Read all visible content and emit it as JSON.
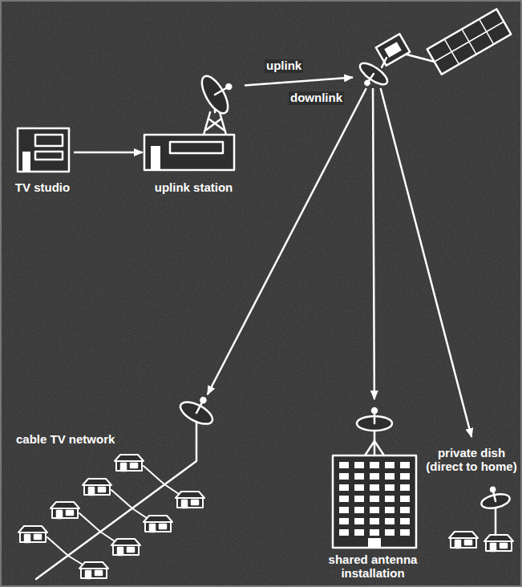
{
  "diagram": {
    "nodes": [
      {
        "text": [
          "TV studio"
        ]
      },
      {
        "text": [
          "uplink station"
        ]
      },
      {
        "text": []
      },
      {
        "text": [
          "cable TV network"
        ]
      },
      {
        "text": [
          "shared antenna installation"
        ]
      },
      {
        "text": [
          "private dish (direct to home)"
        ]
      }
    ],
    "edges": [
      {
        "from": 0,
        "to": 1,
        "arrow": "to"
      },
      {
        "from": 1,
        "to": 2,
        "arrow": "to",
        "label": "uplink"
      },
      {
        "from": 2,
        "to": 3,
        "arrow": "to"
      },
      {
        "from": 2,
        "to": 4,
        "arrow": "to",
        "label": "downlink"
      },
      {
        "from": 2,
        "to": 5,
        "arrow": "to"
      }
    ]
  }
}
